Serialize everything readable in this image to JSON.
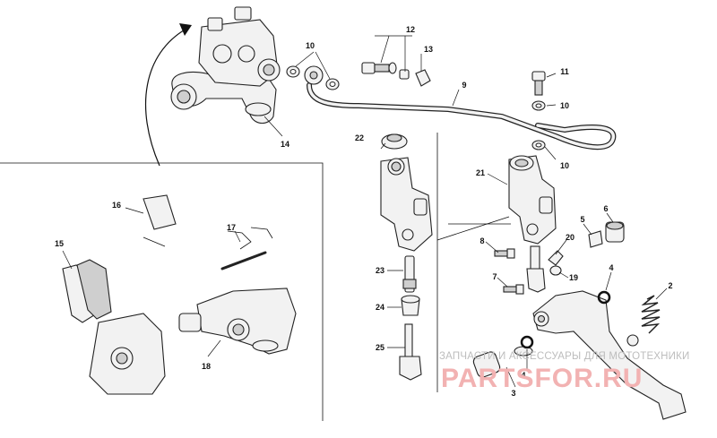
{
  "callouts": [
    "10",
    "12",
    "13",
    "9",
    "11",
    "10",
    "10",
    "14",
    "22",
    "21",
    "6",
    "5",
    "16",
    "17",
    "15",
    "8",
    "20",
    "7",
    "19",
    "23",
    "4",
    "2",
    "24",
    "25",
    "18",
    "4",
    "3"
  ],
  "watermark": {
    "caption": "ЗАПЧАСТИ И АКСЕССУАРЫ ДЛЯ МОТОТЕХНИКИ",
    "logo": "PARTSFOR.RU"
  },
  "colors": {
    "line": "#111111",
    "part_fill": "#f2f2f2",
    "part_shade": "#cfcfcf",
    "watermark_logo": "#f2b2b2",
    "watermark_caption": "#bdbdbd"
  }
}
